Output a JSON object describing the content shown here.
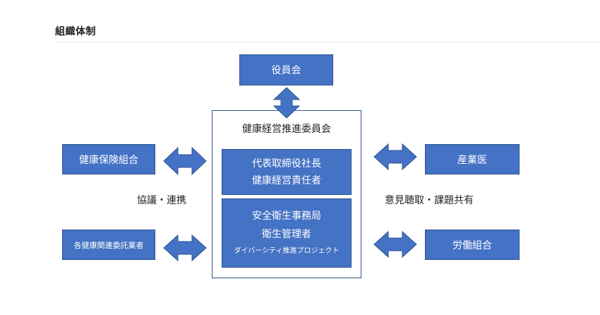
{
  "section_title": "組織体制",
  "board": "役員会",
  "committee": {
    "title": "健康経営推進委員会",
    "leader_line1": "代表取締役社長",
    "leader_line2": "健康経営責任者",
    "office_line1": "安全衛生事務局",
    "office_line2": "衛生管理者",
    "office_line3": "ダイバーシティ推進プロジェクト"
  },
  "left": {
    "top_box": "健康保険組合",
    "bottom_box": "各健康関連委託業者",
    "relation_label": "協議・連携"
  },
  "right": {
    "top_box": "産業医",
    "bottom_box": "労働組合",
    "relation_label": "意見聴取・課題共有"
  },
  "colors": {
    "box_fill": "#4472c4",
    "box_border": "#2f528f",
    "outer_border": "#2f528f"
  }
}
